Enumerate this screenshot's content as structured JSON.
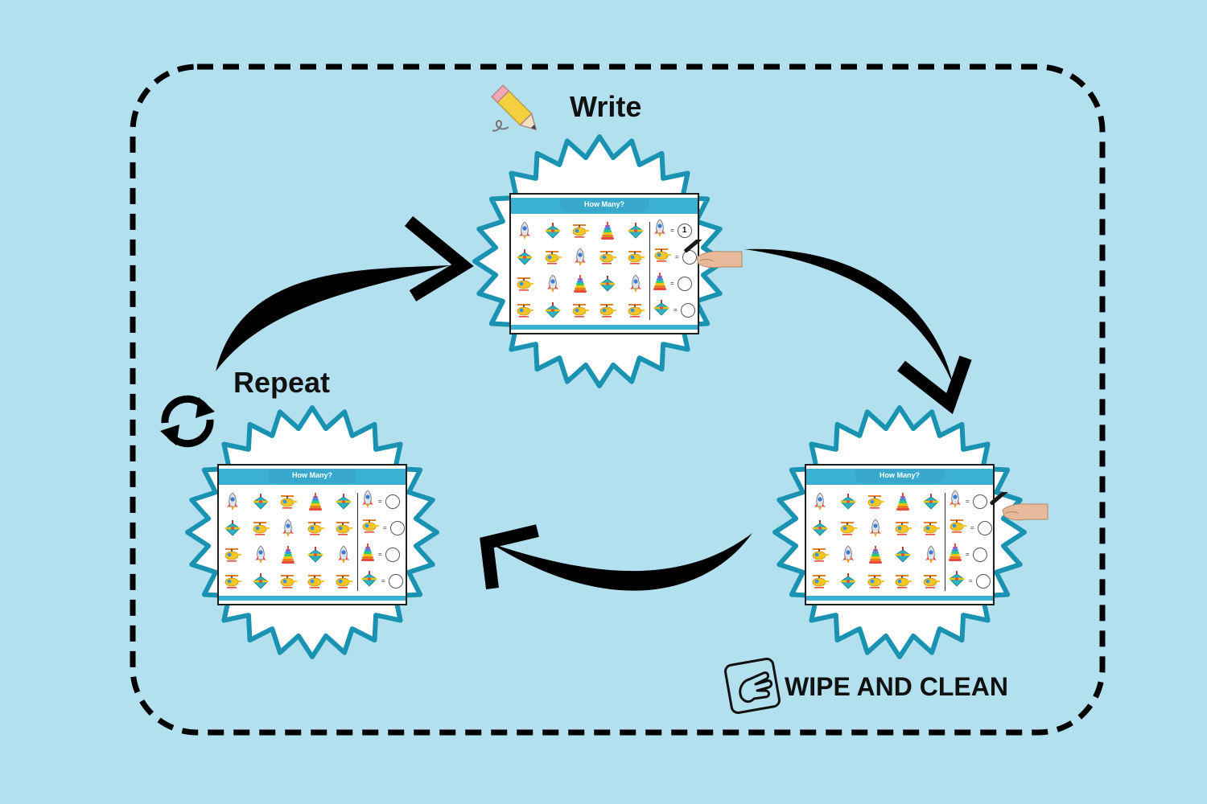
{
  "labels": {
    "write": "Write",
    "repeat": "Repeat",
    "wipe": "WIPE AND CLEAN"
  },
  "worksheet": {
    "title": "How Many?",
    "grid": [
      [
        "rocket",
        "top",
        "helicopter",
        "rings",
        "top"
      ],
      [
        "top",
        "helicopter",
        "rocket",
        "helicopter",
        "helicopter"
      ],
      [
        "helicopter",
        "rocket",
        "rings",
        "top",
        "rocket"
      ],
      [
        "helicopter",
        "top",
        "helicopter",
        "helicopter",
        "helicopter"
      ]
    ],
    "answer_icons": [
      "rocket",
      "helicopter",
      "rings",
      "top"
    ]
  },
  "cards": [
    {
      "id": "write",
      "answers": [
        "1",
        "",
        "",
        ""
      ],
      "hand": true
    },
    {
      "id": "repeat",
      "answers": [
        "",
        "",
        "",
        ""
      ],
      "hand": false
    },
    {
      "id": "wipe",
      "answers": [
        "",
        "",
        "",
        ""
      ],
      "hand": true
    }
  ],
  "colors": {
    "background": "#b3e0ee",
    "badge_border": "#1a93b3",
    "banner": "#3ab1d3"
  },
  "icons": [
    "pencil-icon",
    "cycle-arrows-icon",
    "hand-wipe-icon",
    "curved-arrow-icon"
  ]
}
